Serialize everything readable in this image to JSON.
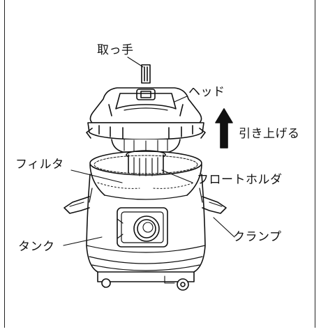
{
  "labels": {
    "handle": "取っ手",
    "head": "ヘッド",
    "lift": "引き上げる",
    "filter": "フィルタ",
    "float_holder": "フロートホルダ",
    "tank": "タンク",
    "clamp": "クランプ"
  }
}
